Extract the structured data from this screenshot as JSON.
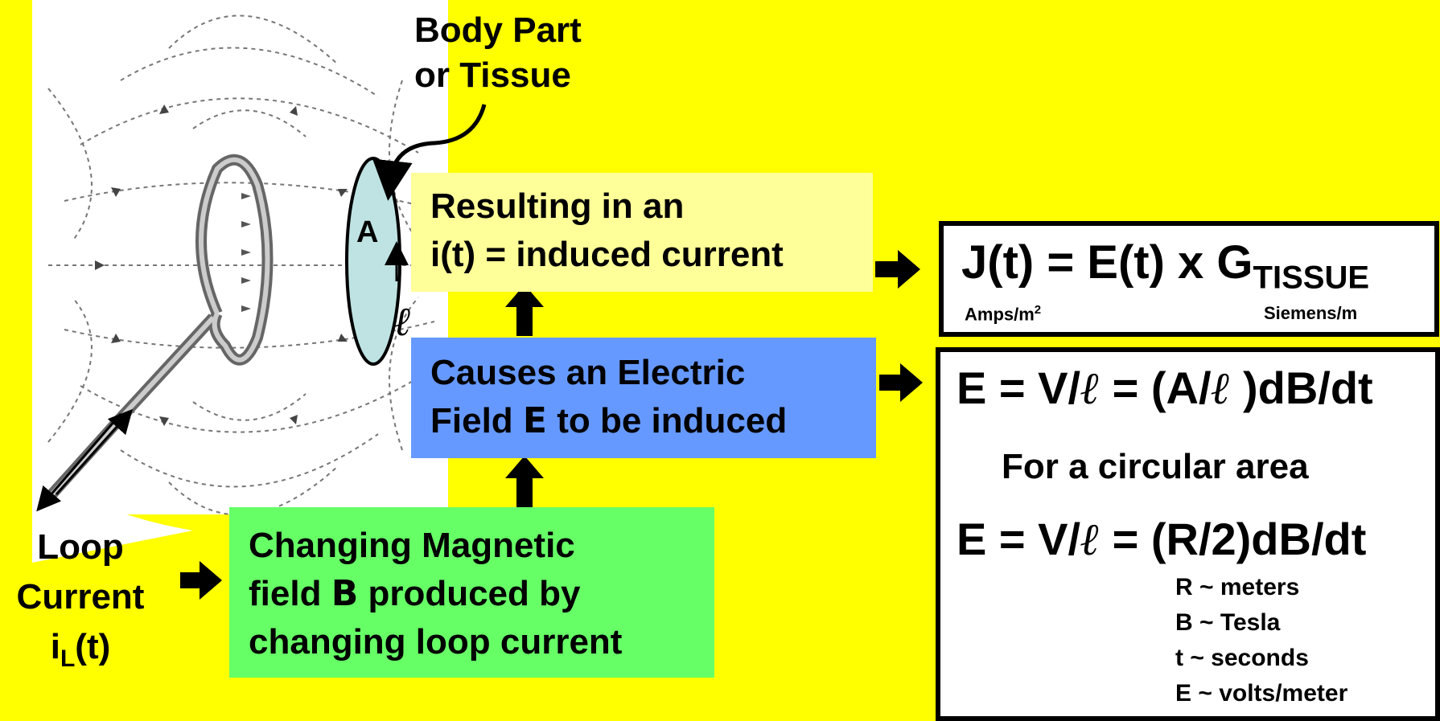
{
  "tissue_label": [
    "Body Part",
    "or Tissue"
  ],
  "area_label": "A",
  "length_symbol": "ℓ",
  "loop_label": [
    "Loop",
    "Current"
  ],
  "loop_current": {
    "main": "i",
    "sub": "L",
    "tail": "(t)"
  },
  "result_box": {
    "line1": "Resulting in an",
    "line2": "i(t) = induced current"
  },
  "electric_box": {
    "line1": "Causes an Electric",
    "line2_a": "Field ",
    "line2_sym": "E",
    "line2_b": " to be induced"
  },
  "magnetic_box": {
    "line1": "Changing Magnetic",
    "line2_a": "field ",
    "line2_sym": "B",
    "line2_b": " produced by",
    "line3": "changing loop current"
  },
  "j_equation": {
    "lhs": "J(t) = E(t) x G",
    "sub": "TISSUE",
    "unit_left_a": "Amps/m",
    "unit_left_sup": "2",
    "unit_right": "Siemens/m"
  },
  "e_equation_1": {
    "a": "E = V/",
    "ell": "ℓ",
    "b": " = (A/",
    "c": " )dB/dt"
  },
  "circular_label": "For a circular area",
  "e_equation_2": {
    "a": "E = V/",
    "ell": "ℓ",
    "b": " = (R/2)dB/dt"
  },
  "units": [
    "R ~ meters",
    "B ~ Tesla",
    "t ~   seconds",
    "E ~  volts/meter"
  ],
  "colors": {
    "background": "#ffff00",
    "result_box": "#ffff99",
    "electric_box": "#6699ff",
    "magnetic_box": "#66ff66",
    "tissue_ellipse": "#bfe3e3"
  }
}
